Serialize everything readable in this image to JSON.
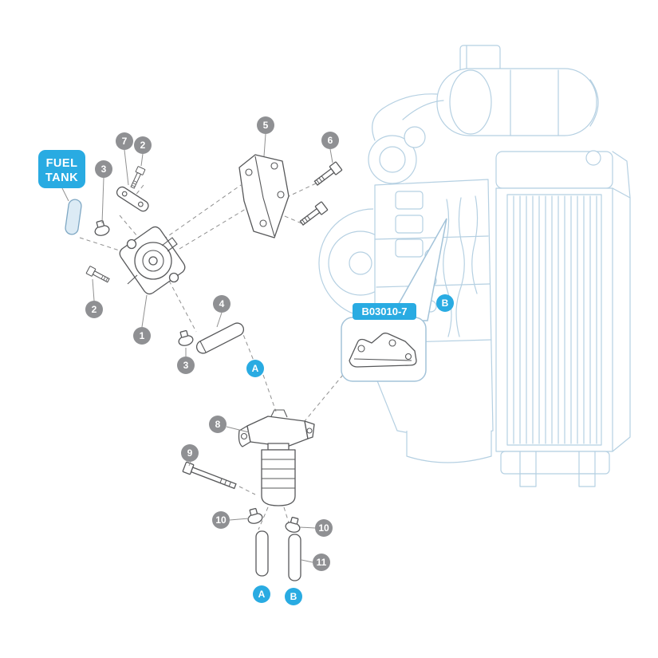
{
  "labels": {
    "fuel_tank_line1": "FUEL",
    "fuel_tank_line2": "TANK",
    "part_ref": "B03010-7"
  },
  "callouts": [
    {
      "n": "7"
    },
    {
      "n": "2"
    },
    {
      "n": "3"
    },
    {
      "n": "5"
    },
    {
      "n": "6"
    },
    {
      "n": "2"
    },
    {
      "n": "1"
    },
    {
      "n": "4"
    },
    {
      "n": "3"
    },
    {
      "n": "8"
    },
    {
      "n": "9"
    },
    {
      "n": "10"
    },
    {
      "n": "10"
    },
    {
      "n": "11"
    }
  ],
  "letters": [
    {
      "n": "A"
    },
    {
      "n": "B"
    },
    {
      "n": "A"
    },
    {
      "n": "B"
    }
  ],
  "colors": {
    "accent_blue": "#29abe2",
    "callout_gray": "#8f9093",
    "part_line": "#57585a",
    "engine_line": "#b5d0e2"
  }
}
